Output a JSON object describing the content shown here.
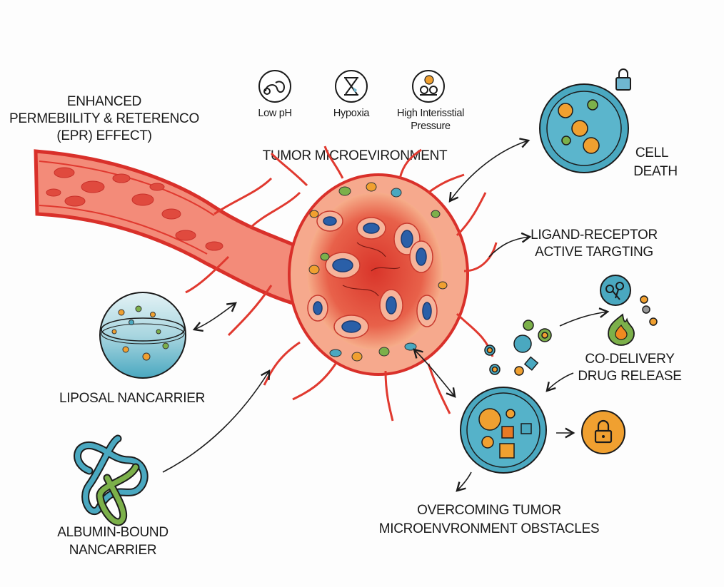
{
  "labels": {
    "epr": [
      "ENHANCED",
      "PERMEBIILITY & RETERENCO",
      "(EPR) EFFECT)"
    ],
    "tumor_microenvironment": "TUMOR MICROEVIRONMENT",
    "cell_death": [
      "CELL",
      "DEATH"
    ],
    "ligand_receptor": [
      "LIGAND-RECEPTOR",
      "ACTIVE TARGTING"
    ],
    "co_delivery": [
      "CO-DELIVERY",
      "DRUG RELEASE"
    ],
    "liposomal": "LIPOSAL NANCARRIER",
    "albumin": [
      "ALBUMIN-BOUND",
      "NANCARRIER"
    ],
    "obstacles": [
      "OVERCOMING TUMOR",
      "MICROENVRONMENT OBSTACLES"
    ]
  },
  "conditions": [
    {
      "icon": "acid-droplet-icon",
      "label": [
        "Low pH"
      ]
    },
    {
      "icon": "hourglass-icon",
      "label": [
        "Hypoxia"
      ]
    },
    {
      "icon": "pressure-gauge-icon",
      "label": [
        "High Interisstial",
        "Pressure"
      ]
    }
  ],
  "colors": {
    "vessel_red": "#e0392f",
    "vessel_fill": "#f38b79",
    "tumor_fill": "#f6a98d",
    "teal": "#4aa8c0",
    "orange": "#f0a030",
    "green": "#7cb04a",
    "blue": "#2a5fa8"
  }
}
